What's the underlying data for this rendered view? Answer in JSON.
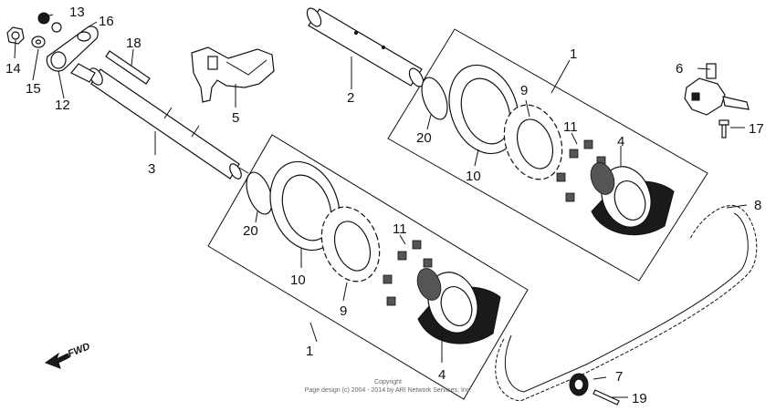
{
  "callouts": {
    "c1_upper": "1",
    "c1_lower": "1",
    "c2": "2",
    "c3": "3",
    "c4_upper": "4",
    "c4_lower": "4",
    "c5": "5",
    "c6": "6",
    "c7": "7",
    "c8": "8",
    "c9_upper": "9",
    "c9_lower": "9",
    "c10_upper": "10",
    "c10_lower": "10",
    "c11_upper": "11",
    "c11_lower": "11",
    "c12": "12",
    "c13": "13",
    "c14": "14",
    "c15": "15",
    "c16": "16",
    "c17": "17",
    "c18": "18",
    "c19": "19",
    "c20_upper": "20",
    "c20_lower": "20"
  },
  "fwd_label": "FWD",
  "copyright": {
    "line1": "Copyright",
    "line2": "Page design (c) 2004 - 2014 by ARI Network Services, Inc."
  }
}
